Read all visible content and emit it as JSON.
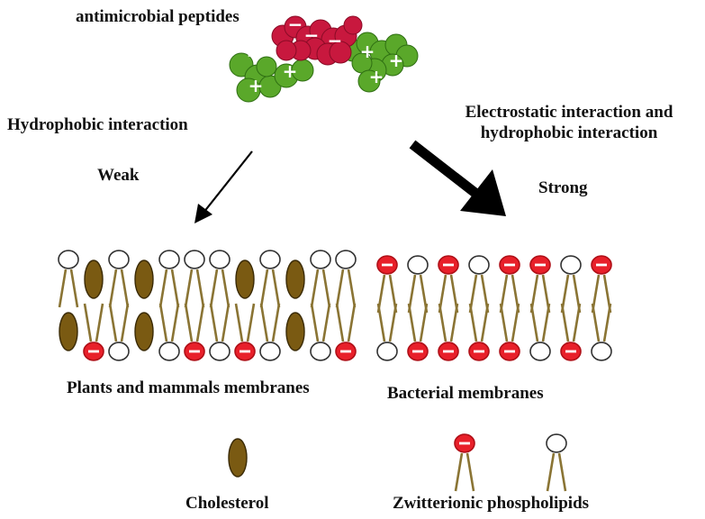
{
  "labels": {
    "peptide": "antimicrobial peptides",
    "hydrophobic": "Hydrophobic interaction",
    "electrostatic_line1": "Electrostatic interaction and",
    "electrostatic_line2": "hydrophobic interaction",
    "weak": "Weak",
    "strong": "Strong",
    "plant_membrane": "Plants and mammals membranes",
    "bacterial_membrane": "Bacterial membranes",
    "cholesterol": "Cholesterol",
    "zwitterionic": "Zwitterionic phospholipids"
  },
  "symbols": {
    "positive": "+",
    "negative": "−"
  },
  "colors": {
    "anionic_head": "#e8202a",
    "zwitterionic_head": "#ffffff",
    "lipid_tail": "#8a7434",
    "cholesterol": "#7a5a12",
    "peptide_cationic": "#5aa82a",
    "peptide_anionic": "#c8183e",
    "arrow": "#000000"
  },
  "membranes": {
    "plant": {
      "top": [
        "z",
        "c",
        "z",
        "c",
        "z",
        "z",
        "z",
        "c",
        "z",
        "c",
        "z",
        "z"
      ],
      "bottom": [
        "c",
        "a",
        "z",
        "c",
        "z",
        "a",
        "z",
        "a",
        "z",
        "c",
        "z",
        "a"
      ]
    },
    "bacterial": {
      "top": [
        "a",
        "z",
        "a",
        "z",
        "a",
        "a",
        "z",
        "a"
      ],
      "bottom": [
        "z",
        "a",
        "a",
        "a",
        "a",
        "z",
        "a",
        "z"
      ]
    }
  }
}
